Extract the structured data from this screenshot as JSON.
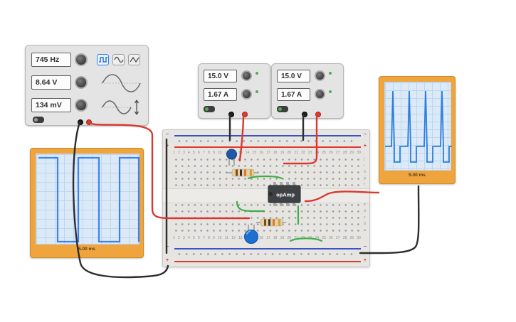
{
  "function_generator": {
    "frequency": "745 Hz",
    "amplitude": "8.64 V",
    "dc_offset": "134 mV",
    "selected_waveform": "square"
  },
  "power_supply_1": {
    "voltage": "15.0 V",
    "current": "1.67 A"
  },
  "power_supply_2": {
    "voltage": "15.0 V",
    "current": "1.67 A"
  },
  "oscilloscope_left": {
    "timebase": "5.00 ms",
    "waveform": "square"
  },
  "oscilloscope_right": {
    "timebase": "5.00 ms",
    "waveform": "pulse-spikes"
  },
  "breadboard": {
    "opamp_label": "opAmp",
    "plus": "+",
    "minus": "−",
    "column_numbers": [
      "1",
      "2",
      "3",
      "4",
      "5",
      "6",
      "7",
      "8",
      "9",
      "10",
      "11",
      "12",
      "13",
      "14",
      "15",
      "16",
      "17",
      "18",
      "19",
      "20",
      "21",
      "22",
      "23",
      "24",
      "25",
      "26",
      "27",
      "28",
      "29",
      "30"
    ],
    "row_letters_top": [
      "j",
      "i",
      "h",
      "g",
      "f"
    ],
    "row_letters_bottom": [
      "e",
      "d",
      "c",
      "b",
      "a"
    ]
  },
  "colors": {
    "wire_red": "#d93831",
    "wire_black": "#2d2d2d",
    "wire_green": "#3fae49",
    "scope_frame": "#efa43d",
    "trace_blue": "#3b82f6",
    "selection_blue": "#2d7ff0"
  }
}
